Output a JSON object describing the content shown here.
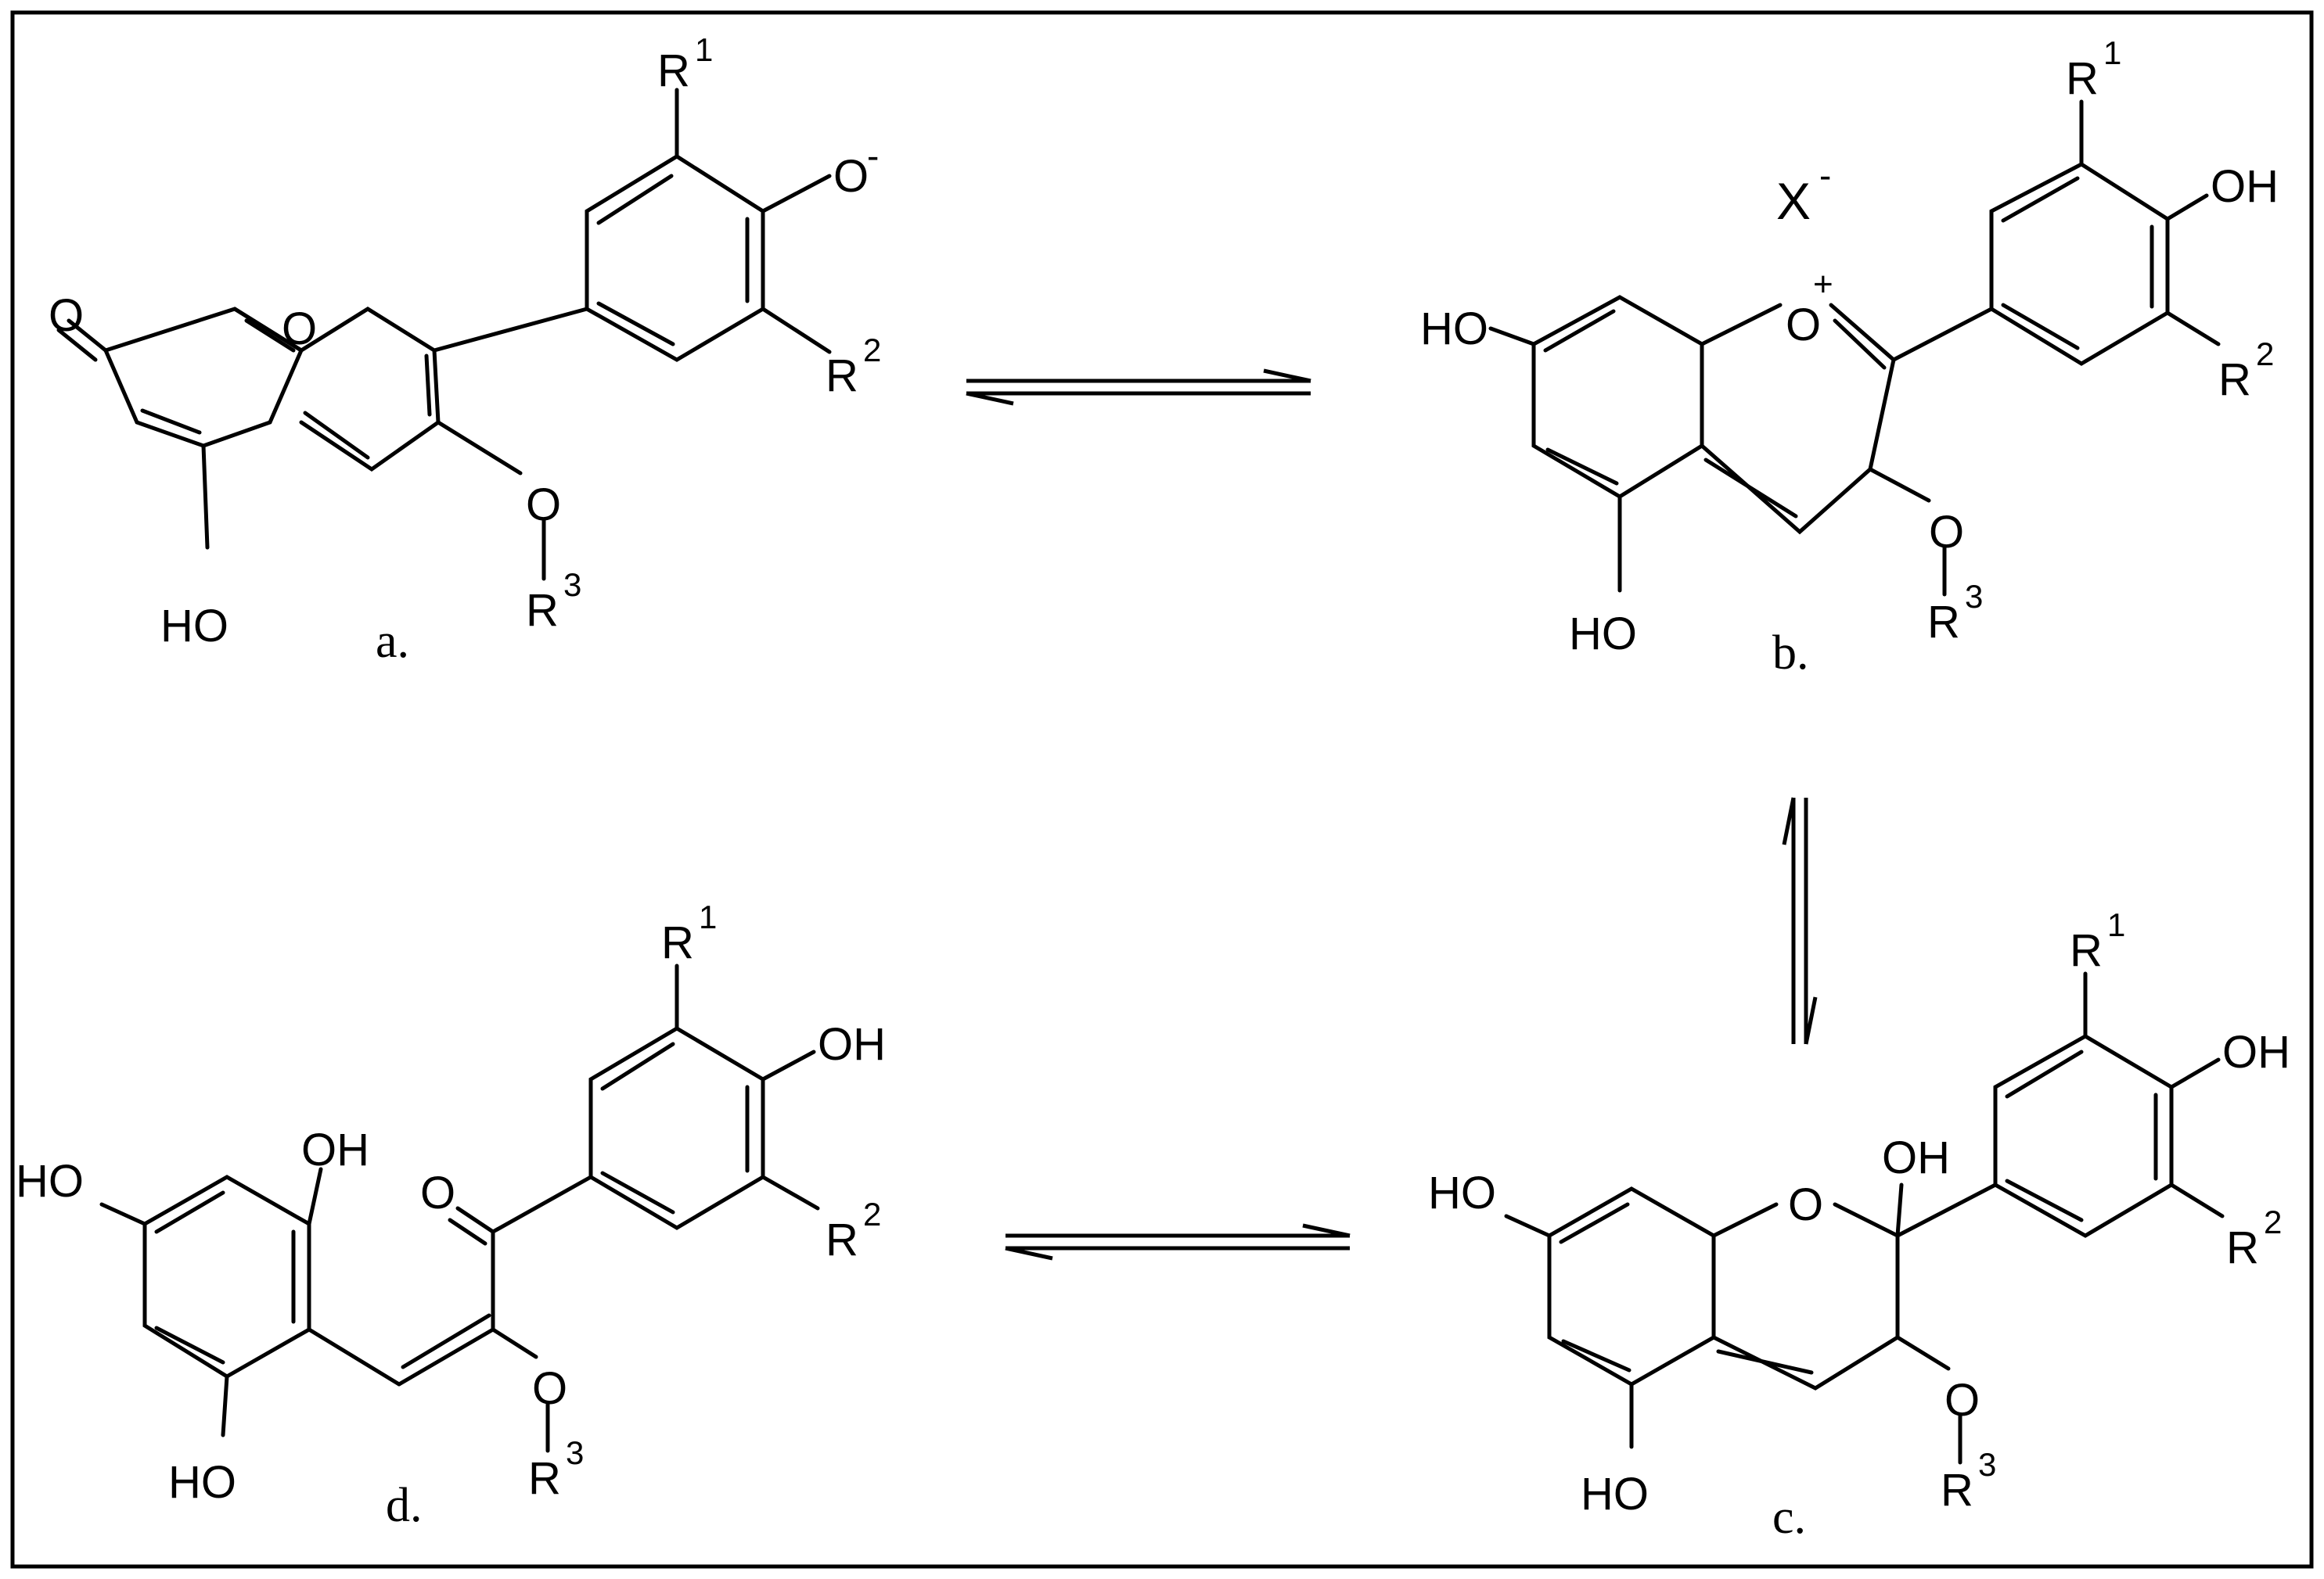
{
  "figure": {
    "frame": true,
    "structures": [
      {
        "id": "a",
        "label": "a.",
        "atoms": {
          "carbonyl_o": "O",
          "ring_o": "O",
          "phenolate_o": "O",
          "phenolate_charge": "-",
          "hydroxyl": "HO",
          "ether_o": "O",
          "r1": "R",
          "r1_sup": "1",
          "r2": "R",
          "r2_sup": "2",
          "r3": "R",
          "r3_sup": "3"
        }
      },
      {
        "id": "b",
        "label": "b.",
        "counterion": "X",
        "counterion_charge": "-",
        "atoms": {
          "hydroxyl_7": "HO",
          "hydroxyl_5": "HO",
          "ring_o": "O",
          "ring_o_charge": "+",
          "ether_o": "O",
          "hydroxyl_4p": "OH",
          "r1": "R",
          "r1_sup": "1",
          "r2": "R",
          "r2_sup": "2",
          "r3": "R",
          "r3_sup": "3"
        }
      },
      {
        "id": "c",
        "label": "c.",
        "atoms": {
          "hydroxyl_7": "HO",
          "hydroxyl_5": "HO",
          "ring_o": "O",
          "hydroxyl_2": "OH",
          "ether_o": "O",
          "hydroxyl_4p": "OH",
          "r1": "R",
          "r1_sup": "1",
          "r2": "R",
          "r2_sup": "2",
          "r3": "R",
          "r3_sup": "3"
        }
      },
      {
        "id": "d",
        "label": "d.",
        "atoms": {
          "hydroxyl_left": "HO",
          "hydroxyl_top": "OH",
          "hydroxyl_bottom": "HO",
          "carbonyl_o": "O",
          "ether_o": "O",
          "hydroxyl_4p": "OH",
          "r1": "R",
          "r1_sup": "1",
          "r2": "R",
          "r2_sup": "2",
          "r3": "R",
          "r3_sup": "3"
        }
      }
    ],
    "equilibria": [
      {
        "from": "a",
        "to": "b",
        "orientation": "horizontal"
      },
      {
        "from": "b",
        "to": "c",
        "orientation": "vertical"
      },
      {
        "from": "d",
        "to": "c",
        "orientation": "horizontal"
      }
    ]
  }
}
